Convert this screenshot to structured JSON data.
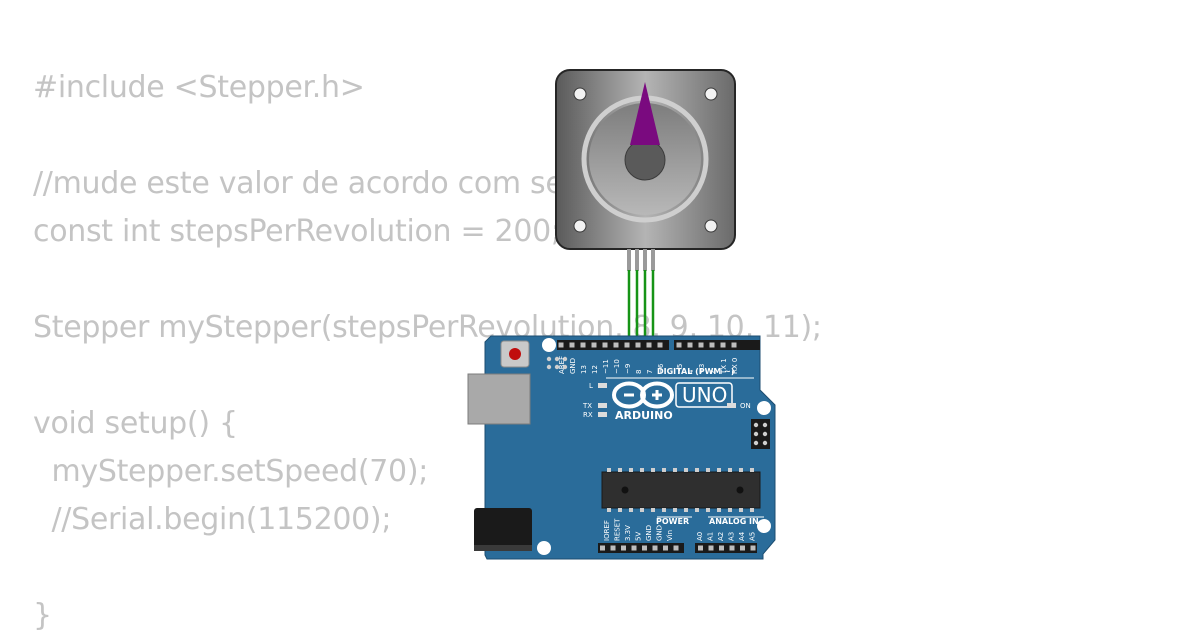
{
  "code_lines": [
    "#include <Stepper.h>",
    "",
    "//mude este valor de acordo com seu motor",
    "const int stepsPerRevolution = 200;",
    "",
    "Stepper myStepper(stepsPerRevolution, 8, 9, 10, 11);",
    "",
    "void setup() {",
    "  myStepper.setSpeed(70);",
    "  //Serial.begin(115200);",
    "",
    "}"
  ],
  "board": {
    "brand": "ARDUINO",
    "model": "UNO",
    "on_label": "ON",
    "led_l": "L",
    "led_tx": "TX",
    "led_rx": "RX",
    "digital_label": "DIGITAL (PWM ~)",
    "power_label": "POWER",
    "analog_label": "ANALOG IN",
    "digital_pins": [
      "AREF",
      "GND",
      "13",
      "12",
      "~11",
      "~10",
      "~9",
      "8",
      "7",
      "~6",
      "~5",
      "4",
      "~3",
      "2",
      "TX 1",
      "RX 0"
    ],
    "power_pins": [
      "IOREF",
      "RESET",
      "3.3V",
      "5V",
      "GND",
      "GND",
      "Vin"
    ],
    "analog_pins": [
      "A0",
      "A1",
      "A2",
      "A3",
      "A4",
      "A5"
    ]
  },
  "colors": {
    "code_text": "#c4c4c4",
    "board": "#2a6c9a",
    "wire": "#169416",
    "motor_pointer": "#7a0a7f"
  }
}
